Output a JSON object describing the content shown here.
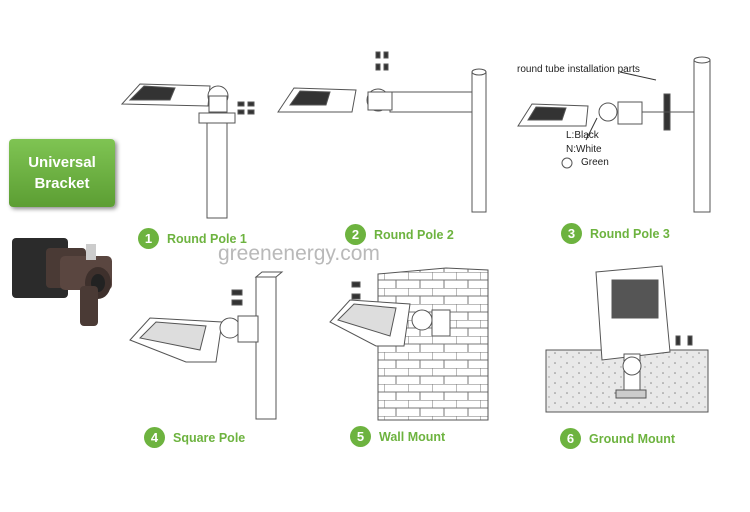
{
  "badge": {
    "line1": "Universal",
    "line2": "Bracket"
  },
  "watermark": "greenenergy.com",
  "parts_note": "round tube installation parts",
  "wiring": {
    "l": "L:Black",
    "n": "N:White",
    "g": "Green"
  },
  "steps": [
    {
      "num": "1",
      "label": "Round Pole 1"
    },
    {
      "num": "2",
      "label": "Round Pole 2"
    },
    {
      "num": "3",
      "label": "Round Pole 3"
    },
    {
      "num": "4",
      "label": "Square Pole"
    },
    {
      "num": "5",
      "label": "Wall Mount"
    },
    {
      "num": "6",
      "label": "Ground Mount"
    }
  ],
  "colors": {
    "accent": "#6db33f",
    "line": "#555555",
    "watermark": "#b9b9b9"
  }
}
